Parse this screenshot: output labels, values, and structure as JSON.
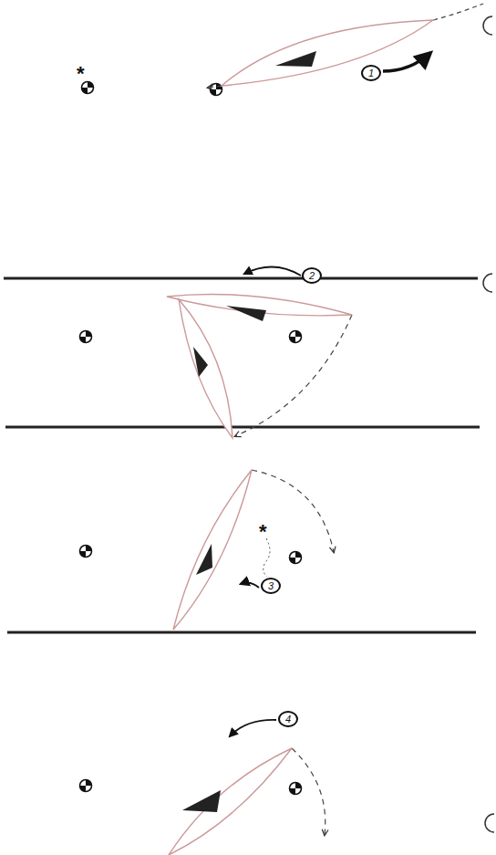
{
  "diagram": {
    "labels": [
      "1",
      "2",
      "3",
      "4",
      "*",
      "*"
    ]
  }
}
